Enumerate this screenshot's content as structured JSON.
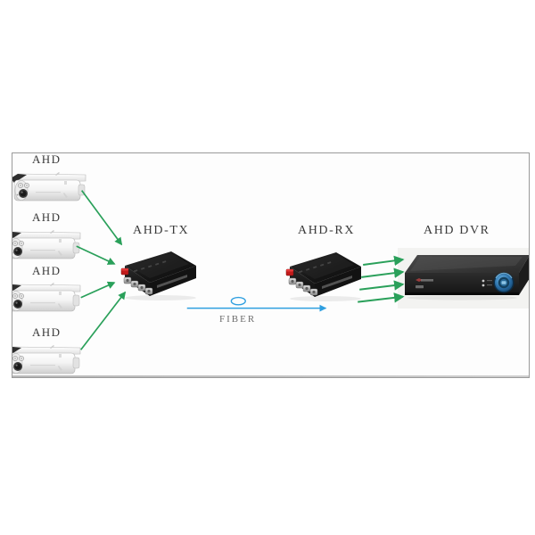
{
  "diagram": {
    "title_hidden": "",
    "frame": {
      "border_color": "#9a9a9a",
      "background": "#fdfdfd"
    },
    "colors": {
      "arrow_green": "#2aa05a",
      "fiber_blue": "#2f9fe0",
      "device_black": "#1b1b1b",
      "camera_white": "#f2f2f2",
      "label_text": "#3a3a3a"
    },
    "cameras": [
      {
        "label": "AHD",
        "name": "camera-1"
      },
      {
        "label": "AHD",
        "name": "camera-2"
      },
      {
        "label": "AHD",
        "name": "camera-3"
      },
      {
        "label": "AHD",
        "name": "camera-4"
      }
    ],
    "devices": [
      {
        "id": "tx",
        "label": "AHD-TX",
        "ports": 4,
        "type": "fiber-video-transmitter"
      },
      {
        "id": "rx",
        "label": "AHD-RX",
        "ports": 4,
        "type": "fiber-video-receiver"
      },
      {
        "id": "dvr",
        "label": "AHD DVR",
        "type": "digital-video-recorder"
      }
    ],
    "links": [
      {
        "from": "camera-1",
        "to": "tx",
        "medium": "coax",
        "color": "#2aa05a"
      },
      {
        "from": "camera-2",
        "to": "tx",
        "medium": "coax",
        "color": "#2aa05a"
      },
      {
        "from": "camera-3",
        "to": "tx",
        "medium": "coax",
        "color": "#2aa05a"
      },
      {
        "from": "camera-4",
        "to": "tx",
        "medium": "coax",
        "color": "#2aa05a"
      },
      {
        "from": "tx",
        "to": "rx",
        "medium": "fiber",
        "label": "FIBER",
        "color": "#2f9fe0"
      },
      {
        "from": "rx",
        "to": "dvr",
        "medium": "coax",
        "count": 4,
        "color": "#2aa05a"
      }
    ],
    "fiber": {
      "label": "FIBER"
    }
  }
}
